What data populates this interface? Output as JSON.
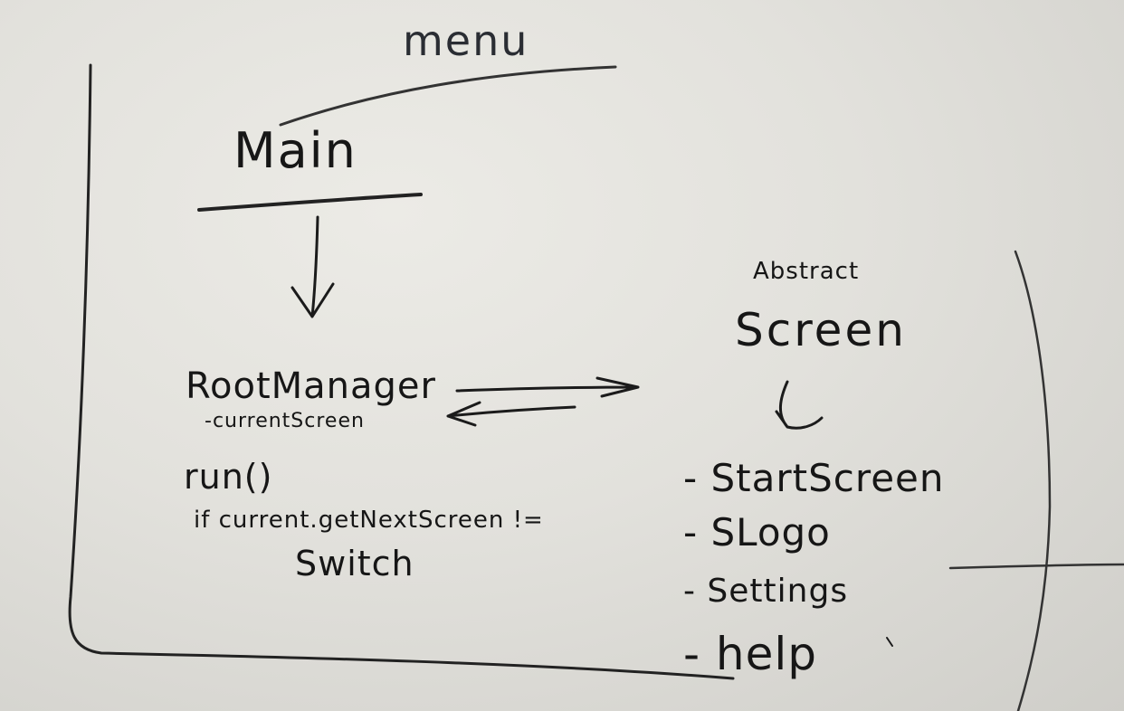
{
  "whiteboard": {
    "title": "menu",
    "main": "Main",
    "root_manager": {
      "name": "RootManager",
      "field": "-currentScreen",
      "method": "run()",
      "condition": "if current.getNextScreen !=",
      "action": "Switch"
    },
    "abstract_screen": {
      "qualifier": "Abstract",
      "name": "Screen",
      "subclasses": [
        "- StartScreen",
        "- SLogo",
        "- Settings",
        "- help"
      ]
    }
  },
  "colors": {
    "board": "#e4e3de",
    "marker": "#161616"
  }
}
